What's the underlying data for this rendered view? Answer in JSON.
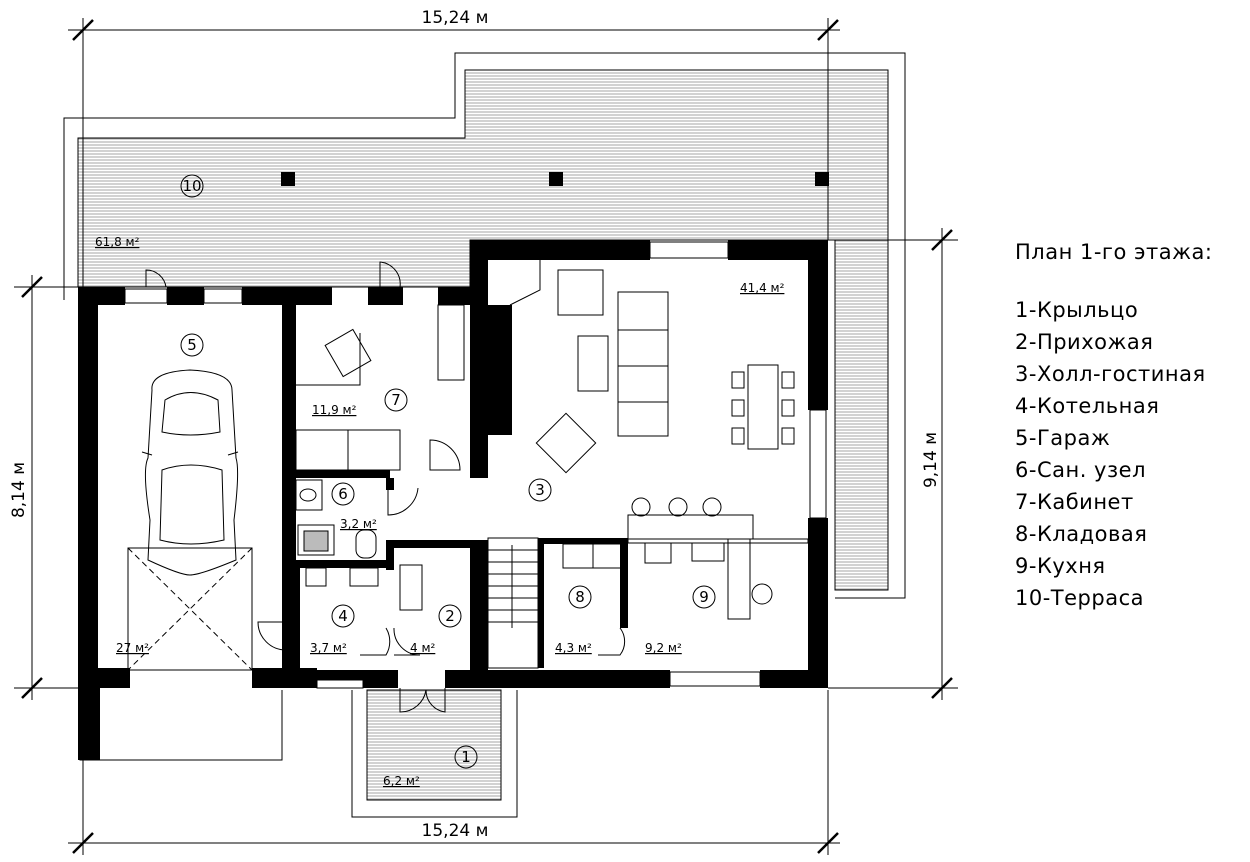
{
  "dimensions": {
    "top": "15,24 м",
    "bottom": "15,24 м",
    "left": "8,14 м",
    "right": "9,14 м"
  },
  "rooms": [
    {
      "id": "1",
      "area": "6,2 м²"
    },
    {
      "id": "2",
      "area": "4 м²"
    },
    {
      "id": "3",
      "area": ""
    },
    {
      "id": "4",
      "area": "3,7 м²"
    },
    {
      "id": "5",
      "area": "27 м²"
    },
    {
      "id": "6",
      "area": "3,2 м²"
    },
    {
      "id": "7",
      "area": "11,9 м²"
    },
    {
      "id": "8",
      "area": "4,3 м²"
    },
    {
      "id": "9",
      "area": "9,2 м²"
    },
    {
      "id": "10",
      "area": "61,8 м²"
    }
  ],
  "living_area": "41,4 м²",
  "legend": {
    "title": "План 1-го этажа:",
    "items": [
      "1-Крыльцо",
      "2-Прихожая",
      "3-Холл-гостиная",
      "4-Котельная",
      "5-Гараж",
      "6-Сан. узел",
      "7-Кабинет",
      "8-Кладовая",
      "9-Кухня",
      "10-Терраса"
    ]
  },
  "colors": {
    "wall": "#000000",
    "hatch": "#9a9a9a",
    "line": "#000000"
  }
}
